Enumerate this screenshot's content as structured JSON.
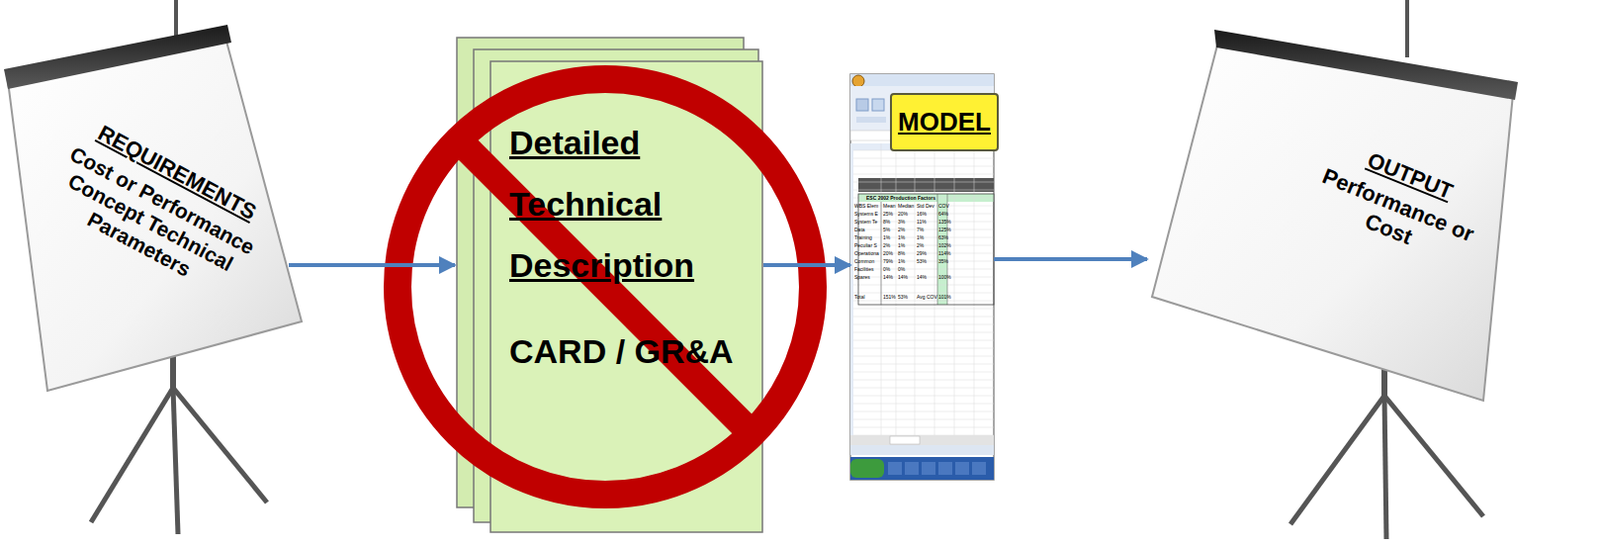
{
  "diagram": {
    "nodes": [
      {
        "text": [
          "REQUIREMENTS",
          "Cost or Performance Concept Technical Parameters"
        ]
      },
      {
        "text": [
          "Detailed Technical Description",
          "CARD / GR&A"
        ]
      },
      {
        "text": [
          "MODEL"
        ]
      },
      {
        "text": [
          "OUTPUT",
          "Performance or Cost"
        ]
      }
    ],
    "edges": [
      {
        "from": 0,
        "to": 1,
        "arrow": "to"
      },
      {
        "from": 1,
        "to": 2,
        "arrow": "to"
      },
      {
        "from": 2,
        "to": 3,
        "arrow": "to"
      }
    ],
    "labels": [
      "ESC 2002 Production Factors",
      "WBS Elem",
      "Mean",
      "Median",
      "Std Dev",
      "COV",
      "Systems E",
      "25%",
      "20%",
      "16%",
      "64%",
      "System Te",
      "8%",
      "3%",
      "11%",
      "135%",
      "Data",
      "5%",
      "2%",
      "7%",
      "125%",
      "Training",
      "1%",
      "1%",
      "1%",
      "63%",
      "Peculiar S",
      "2%",
      "1%",
      "2%",
      "102%",
      "Operationa",
      "20%",
      "8%",
      "29%",
      "114%",
      "Common",
      "79%",
      "1%",
      "53%",
      "35%",
      "Facilities",
      "0%",
      "0%",
      "Spares",
      "14%",
      "14%",
      "14%",
      "100%",
      "Total",
      "151%",
      "53%",
      "Avg COV",
      "101%"
    ]
  }
}
